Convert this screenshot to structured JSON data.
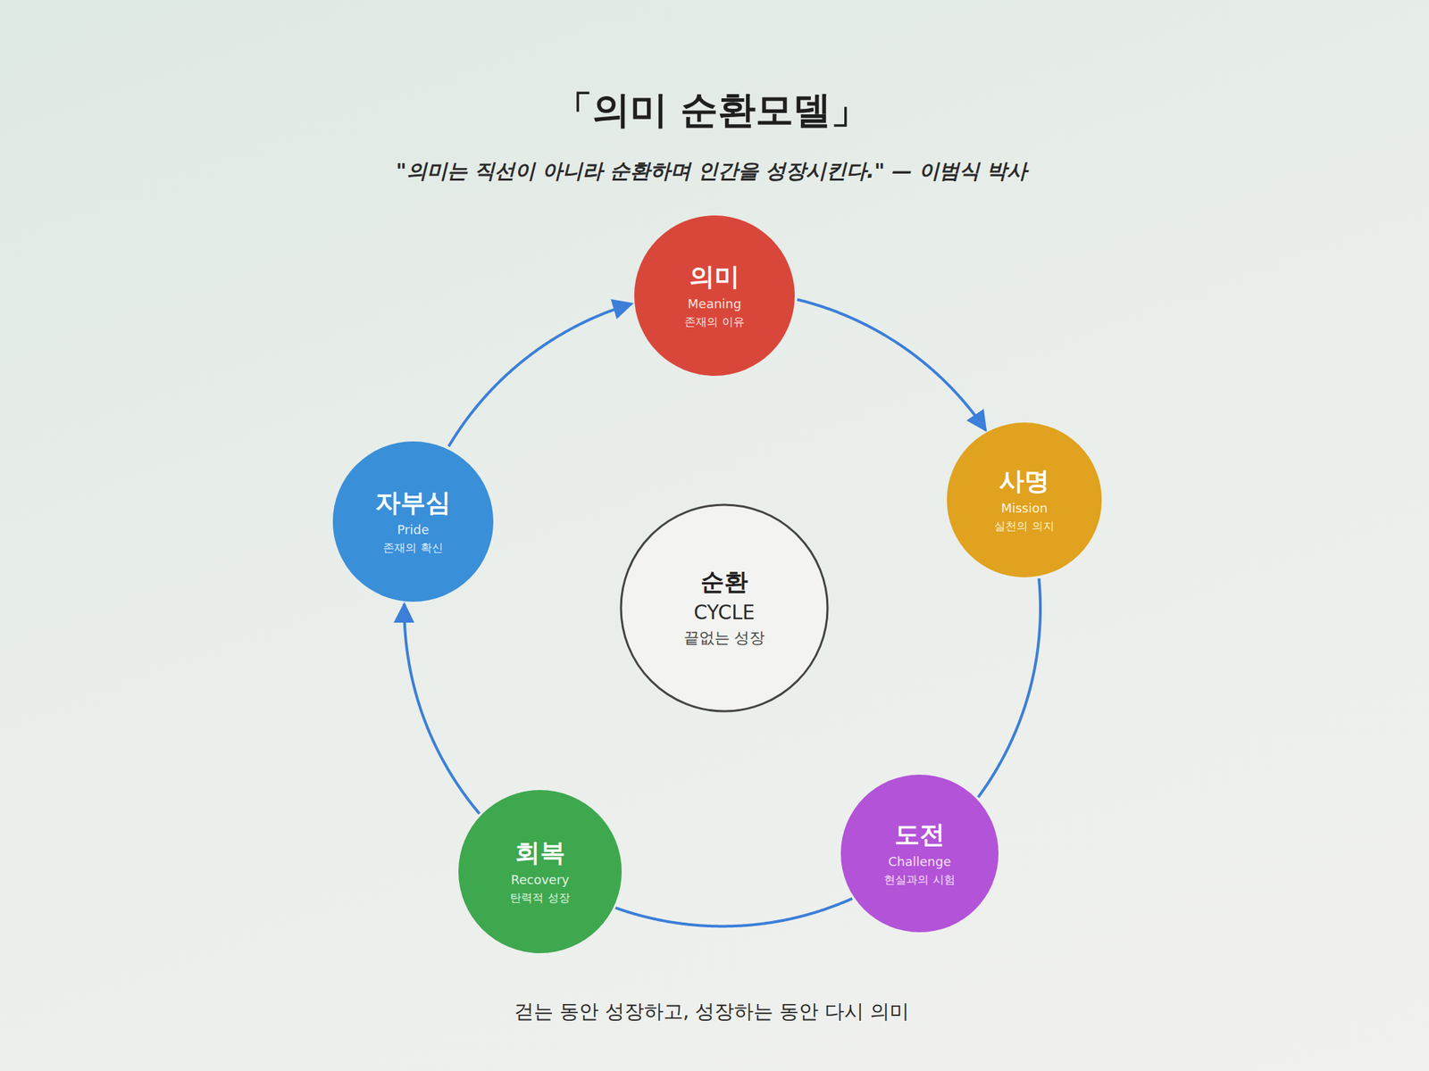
{
  "diagram": {
    "title": "「의미 순환모델」",
    "caption": "걷는 동안 성장하고, 성장하는 동안 다시 의미",
    "nodes": [
      {
        "text": [
          "의미",
          "Meaning",
          "존재의 이유"
        ]
      },
      {
        "text": [
          "사명",
          "Mission",
          "실천의 의지"
        ]
      },
      {
        "text": [
          "도전",
          "Challenge",
          "현실과의 시험"
        ]
      },
      {
        "text": [
          "회복",
          "Recovery",
          "탄력적 성장"
        ]
      },
      {
        "text": [
          "자부심",
          "Pride",
          "존재의 확신"
        ]
      },
      {
        "text": [
          "순환",
          "CYCLE",
          "끝없는 성장"
        ]
      }
    ],
    "edges": [
      {
        "from": 0,
        "to": 1,
        "arrow": "to"
      },
      {
        "from": 1,
        "to": 2,
        "arrow": "none"
      },
      {
        "from": 2,
        "to": 3,
        "arrow": "none"
      },
      {
        "from": 3,
        "to": 4,
        "arrow": "to"
      },
      {
        "from": 4,
        "to": 0,
        "arrow": "to"
      }
    ],
    "labels": [
      "\"의미는 직선이 아니라 순환하며 인간을 성장시킨다.\" — 이범식 박사"
    ]
  }
}
